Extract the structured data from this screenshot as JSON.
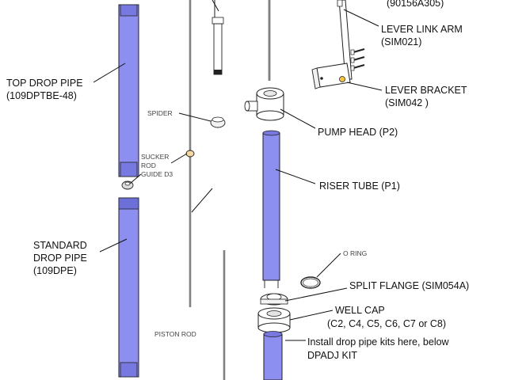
{
  "labels": {
    "top_partial": "(90156A305)",
    "lever_link_arm": "LEVER LINK ARM",
    "lever_link_arm_part": "(SIM021)",
    "lever_bracket": "LEVER BRACKET",
    "lever_bracket_part": "(SIM042       )",
    "top_drop_pipe": "TOP DROP PIPE",
    "top_drop_pipe_part": "(109DPTBE-48)",
    "spider": "SPIDER",
    "pump_head": "PUMP HEAD (P2)",
    "sucker_rod_guide_line1": "SUCKER",
    "sucker_rod_guide_line2": "ROD",
    "sucker_rod_guide_line3": "GUIDE D3",
    "riser_tube": "RISER TUBE (P1)",
    "standard_drop_pipe_line1": "STANDARD",
    "standard_drop_pipe_line2": "DROP PIPE",
    "standard_drop_pipe_part": "(109DPE)",
    "o_ring": "O RING",
    "split_flange": "SPLIT FLANGE (SIM054A)",
    "well_cap": "WELL CAP",
    "well_cap_models": "(C2, C4, C5, C6, C7 or C8)",
    "piston_rod": "PISTON ROD",
    "install_note_line1": "Install drop pipe kits here, below",
    "install_note_line2": "DPADJ KIT"
  },
  "colors": {
    "pipe_fill": "#8c8ef0",
    "pipe_outline": "#222222",
    "metal": "#ffffff",
    "text": "#111111"
  }
}
